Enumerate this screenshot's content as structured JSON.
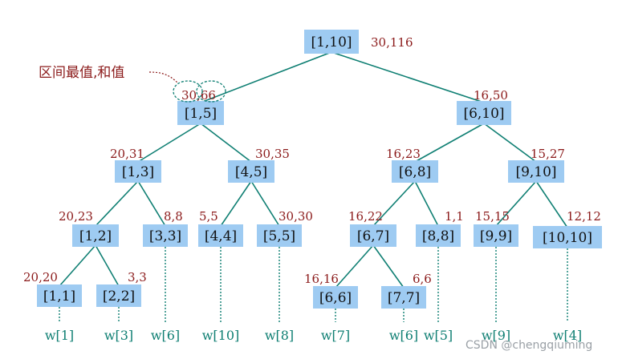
{
  "annotation": {
    "text": "区间最值,和值"
  },
  "nodes": [
    {
      "id": "n1_10",
      "label": "[1,10]",
      "value": "30,116"
    },
    {
      "id": "n1_5",
      "label": "[1,5]",
      "value": "30,66"
    },
    {
      "id": "n6_10",
      "label": "[6,10]",
      "value": "16,50"
    },
    {
      "id": "n1_3",
      "label": "[1,3]",
      "value": "20,31"
    },
    {
      "id": "n4_5",
      "label": "[4,5]",
      "value": "30,35"
    },
    {
      "id": "n6_8",
      "label": "[6,8]",
      "value": "16,23"
    },
    {
      "id": "n9_10",
      "label": "[9,10]",
      "value": "15,27"
    },
    {
      "id": "n1_2",
      "label": "[1,2]",
      "value": "20,23"
    },
    {
      "id": "n3_3",
      "label": "[3,3]",
      "value": "8,8"
    },
    {
      "id": "n4_4",
      "label": "[4,4]",
      "value": "5,5"
    },
    {
      "id": "n5_5",
      "label": "[5,5]",
      "value": "30,30"
    },
    {
      "id": "n6_7",
      "label": "[6,7]",
      "value": "16,22"
    },
    {
      "id": "n8_8",
      "label": "[8,8]",
      "value": "1,1"
    },
    {
      "id": "n9_9",
      "label": "[9,9]",
      "value": "15,15"
    },
    {
      "id": "n10_10",
      "label": "[10,10]",
      "value": "12,12"
    },
    {
      "id": "n1_1",
      "label": "[1,1]",
      "value": "20,20"
    },
    {
      "id": "n2_2",
      "label": "[2,2]",
      "value": "3,3"
    },
    {
      "id": "n6_6",
      "label": "[6,6]",
      "value": "16,16"
    },
    {
      "id": "n7_7",
      "label": "[7,7]",
      "value": "6,6"
    }
  ],
  "edges": [
    [
      "n1_10",
      "n1_5"
    ],
    [
      "n1_10",
      "n6_10"
    ],
    [
      "n1_5",
      "n1_3"
    ],
    [
      "n1_5",
      "n4_5"
    ],
    [
      "n6_10",
      "n6_8"
    ],
    [
      "n6_10",
      "n9_10"
    ],
    [
      "n1_3",
      "n1_2"
    ],
    [
      "n1_3",
      "n3_3"
    ],
    [
      "n4_5",
      "n4_4"
    ],
    [
      "n4_5",
      "n5_5"
    ],
    [
      "n6_8",
      "n6_7"
    ],
    [
      "n6_8",
      "n8_8"
    ],
    [
      "n9_10",
      "n9_9"
    ],
    [
      "n9_10",
      "n10_10"
    ],
    [
      "n1_2",
      "n1_1"
    ],
    [
      "n1_2",
      "n2_2"
    ],
    [
      "n6_7",
      "n6_6"
    ],
    [
      "n6_7",
      "n7_7"
    ]
  ],
  "leaves": [
    {
      "node": "n1_1",
      "text": "w[1]"
    },
    {
      "node": "n2_2",
      "text": "w[3]"
    },
    {
      "node": "n3_3",
      "text": "w[6]"
    },
    {
      "node": "n4_4",
      "text": "w[10]"
    },
    {
      "node": "n5_5",
      "text": "w[8]"
    },
    {
      "node": "n6_6",
      "text": "w[7]"
    },
    {
      "node": "n7_7",
      "text": "w[6]"
    },
    {
      "node": "n8_8",
      "text": "w[5]"
    },
    {
      "node": "n9_9",
      "text": "w[9]"
    },
    {
      "node": "n10_10",
      "text": "w[4]"
    }
  ],
  "colors": {
    "node_fill": "#9ecbf2",
    "edge": "#0f7f73",
    "value_text": "#8b1a1a",
    "leaf_text": "#0f7f73"
  },
  "watermark": "CSDN @chengqiuming"
}
